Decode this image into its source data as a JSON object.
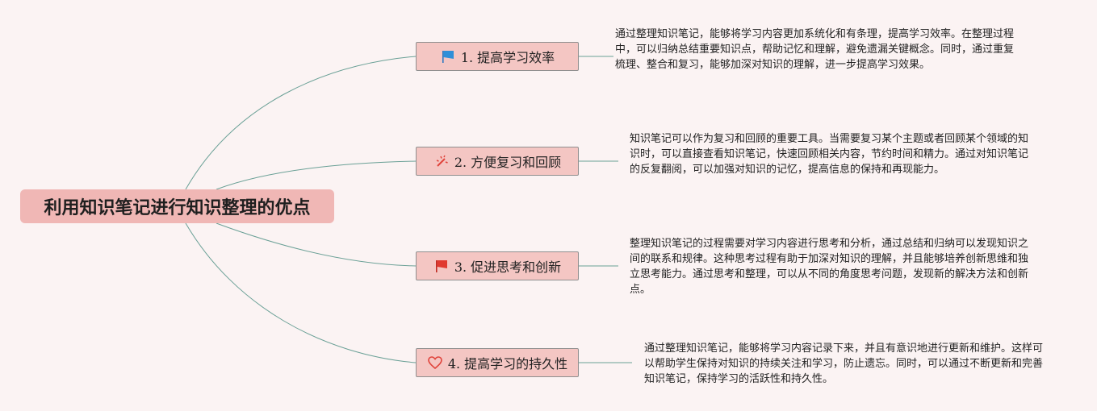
{
  "root": {
    "title": "利用知识笔记进行知识整理的优点"
  },
  "branches": [
    {
      "label": "1. 提高学习效率",
      "icon": "blue-flag-icon",
      "color": "#2f8fd8",
      "desc": "通过整理知识笔记，能够将学习内容更加系统化和有条理，提高学习效率。在整理过程中，可以归纳总结重要知识点，帮助记忆和理解，避免遗漏关键概念。同时，通过重复梳理、整合和复习，能够加深对知识的理解，进一步提高学习效果。"
    },
    {
      "label": "2. 方便复习和回顾",
      "icon": "sparkle-tools-icon",
      "color": "#e0443c",
      "desc": "知识笔记可以作为复习和回顾的重要工具。当需要复习某个主题或者回顾某个领域的知识时，可以直接查看知识笔记，快速回顾相关内容，节约时间和精力。通过对知识笔记的反复翻阅，可以加强对知识的记忆，提高信息的保持和再现能力。"
    },
    {
      "label": "3. 促进思考和创新",
      "icon": "red-flag-icon",
      "color": "#e03a30",
      "desc": "整理知识笔记的过程需要对学习内容进行思考和分析，通过总结和归纳可以发现知识之间的联系和规律。这种思考过程有助于加深对知识的理解，并且能够培养创新思维和独立思考能力。通过思考和整理，可以从不同的角度思考问题，发现新的解决方法和创新点。"
    },
    {
      "label": "4. 提高学习的持久性",
      "icon": "heart-outline-icon",
      "color": "#e0443c",
      "desc": "通过整理知识笔记，能够将学习内容记录下来，并且有意识地进行更新和维护。这样可以帮助学生保持对知识的持续关注和学习，防止遗忘。同时，可以通过不断更新和完善知识笔记，保持学习的活跃性和持久性。"
    }
  ],
  "colors": {
    "connector": "#6aa096",
    "root_fill": "#f0b7b5",
    "node_fill": "#f4c6c3"
  }
}
